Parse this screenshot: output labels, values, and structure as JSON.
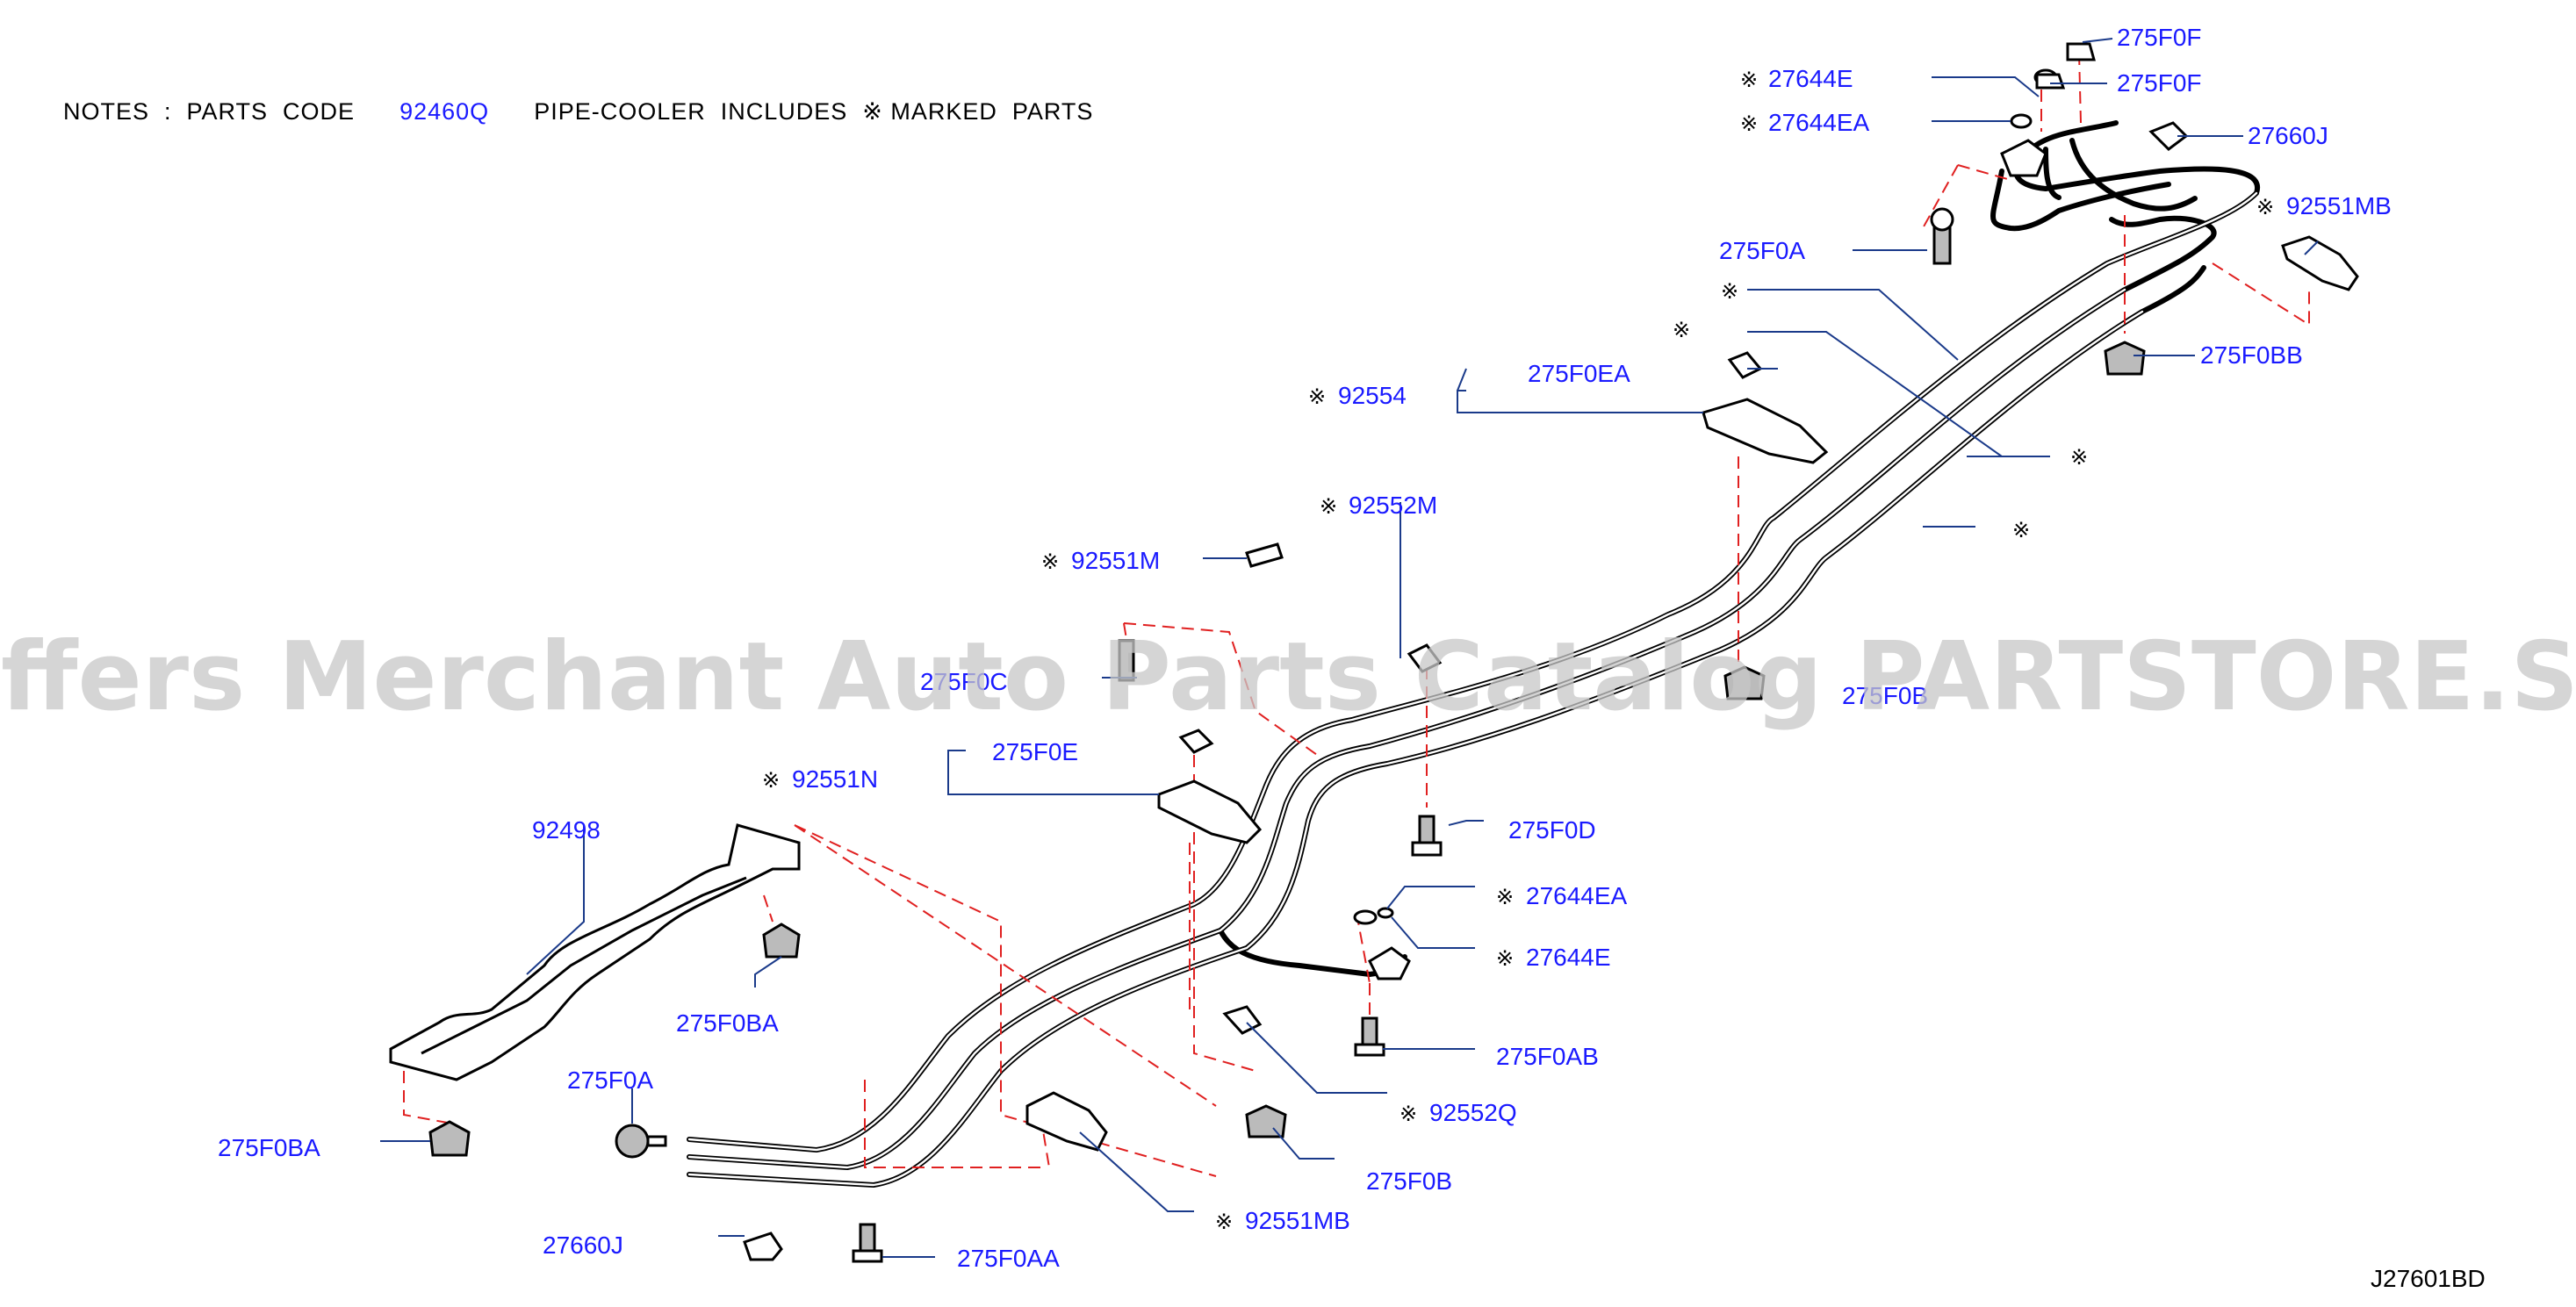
{
  "notes": {
    "prefix": "NOTES  :  PARTS  CODE",
    "code": "92460Q",
    "suffix": "PIPE-COOLER  INCLUDES  ※ MARKED  PARTS"
  },
  "diagram_id": "J27601BD",
  "watermark": "Offers Merchant Auto Parts Catalog PARTSTORE.SA",
  "labels": {
    "l_275f0f_a": "275F0F",
    "l_275f0f_b": "275F0F",
    "l_27644e_top": "27644E",
    "l_27644ea_top": "27644EA",
    "l_27660j_top": "27660J",
    "l_92551mb_top": "92551MB",
    "l_275f0a_top": "275F0A",
    "l_275f0bb": "275F0BB",
    "l_275f0ea": "275F0EA",
    "l_92554": "92554",
    "l_92552m": "92552M",
    "l_92551m": "92551M",
    "l_275f0c": "275F0C",
    "l_275f0b_mid": "275F0B",
    "l_275f0e": "275F0E",
    "l_92551n": "92551N",
    "l_92498": "92498",
    "l_275f0d": "275F0D",
    "l_27644ea_mid": "27644EA",
    "l_27644e_mid": "27644E",
    "l_275f0ba_a": "275F0BA",
    "l_275f0ab": "275F0AB",
    "l_275f0a_bot": "275F0A",
    "l_92552q": "92552Q",
    "l_275f0ba_b": "275F0BA",
    "l_275f0b_bot": "275F0B",
    "l_92551mb_bot": "92551MB",
    "l_27660j_bot": "27660J",
    "l_275f0aa": "275F0AA"
  },
  "mark_symbol": "※"
}
